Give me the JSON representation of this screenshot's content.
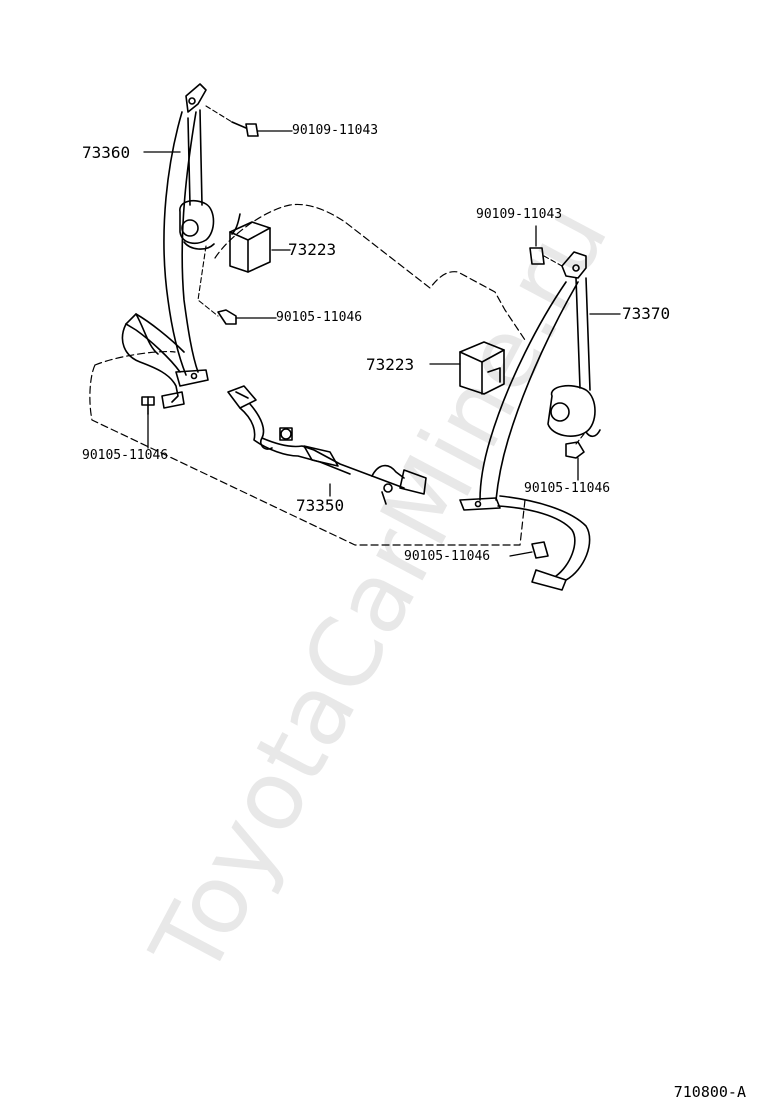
{
  "watermark": "ToyotaCarMine.ru",
  "diagram_ref": "710800-A",
  "callouts": {
    "belt_left": "73360",
    "belt_right": "73370",
    "cover_left": "73223",
    "cover_right": "73223",
    "buckle_belt": "73350",
    "bolt_top_left": "90109-11043",
    "bolt_top_right": "90109-11043",
    "bolt_mid_left": "90105-11046",
    "bolt_floor_left": "90105-11046",
    "bolt_mid_right": "90105-11046",
    "bolt_floor_right": "90105-11046"
  }
}
